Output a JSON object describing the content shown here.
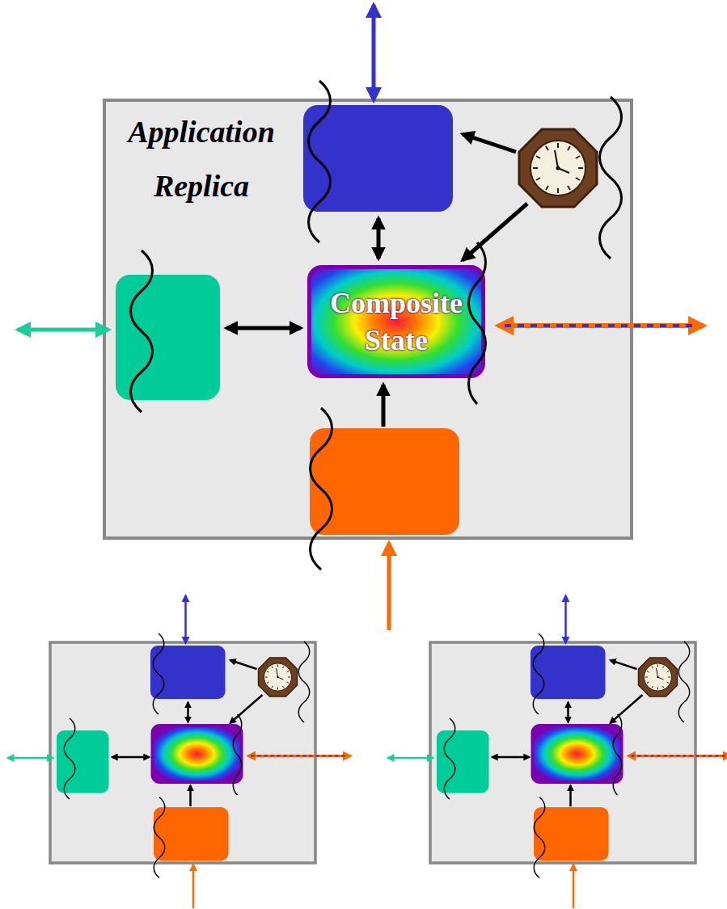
{
  "diagram": {
    "nodes": [
      {
        "text": [
          "Application Replica"
        ]
      },
      {
        "text": [
          "Composite State"
        ],
        "in": 0
      }
    ]
  }
}
